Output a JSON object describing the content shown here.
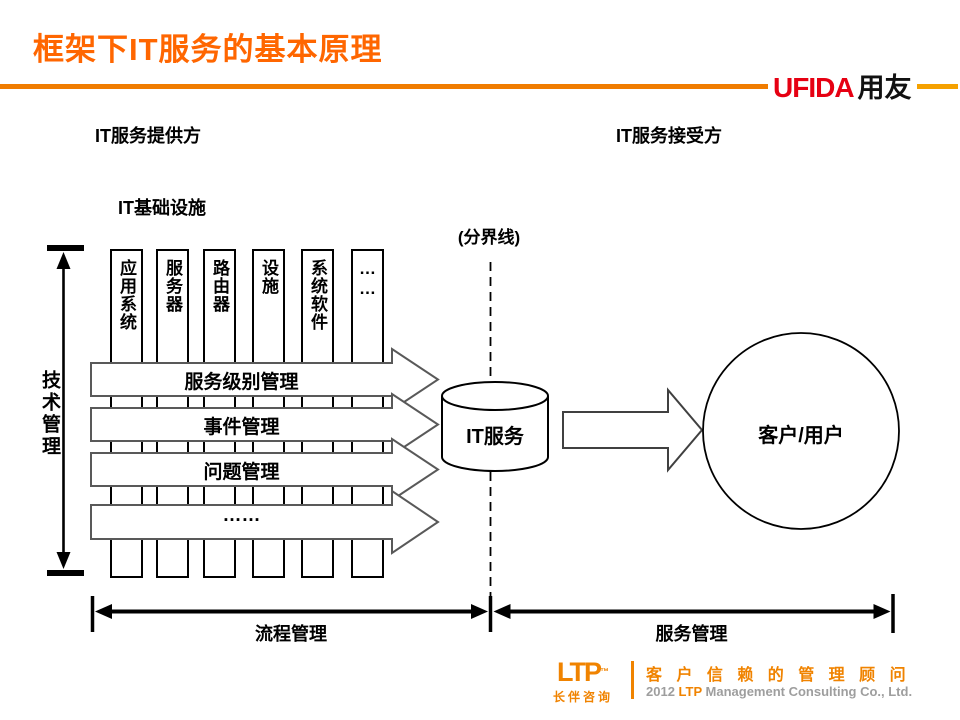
{
  "slide": {
    "title": "框架下IT服务的基本原理",
    "brand": {
      "en": "UFIDA",
      "cn": "用友"
    },
    "labels": {
      "provider": "IT服务提供方",
      "receiver": "IT服务接受方",
      "infrastructure": "IT基础设施",
      "boundary": "(分界线)",
      "tech_mgmt": "技术管理",
      "process_mgmt": "流程管理",
      "service_mgmt": "服务管理"
    },
    "infra_bars": [
      "应用系统",
      "服务器",
      "路由器",
      "设施",
      "系统软件",
      "……"
    ],
    "process_arrows": [
      "服务级别管理",
      "事件管理",
      "问题管理",
      "……"
    ],
    "it_service": "IT服务",
    "customer": "客户/用户",
    "footer": {
      "logo_en": "LTP",
      "logo_tm": "™",
      "logo_cn": "长伴咨询",
      "tagline": "客 户 信 赖 的 管 理 顾 问",
      "copyright_year": "2012 ",
      "copyright_brand": "LTP",
      "copyright_rest": " Management Consulting Co., Ltd."
    },
    "colors": {
      "title_orange": "#FF6600",
      "rule_orange": "#F07C00",
      "footer_orange": "#F08300",
      "ufida_red": "#E60012",
      "copyright_gray": "#9E9E9E"
    }
  }
}
